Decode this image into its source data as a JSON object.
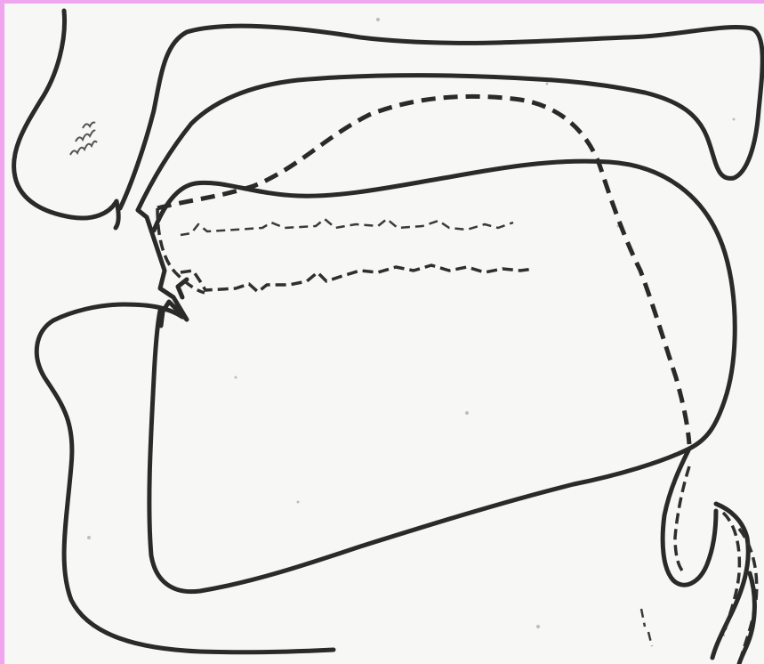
{
  "diagram": {
    "kind": "sagittal articulation diagram",
    "line_color": "#2a2a2a",
    "background_color": "#f7f7f5",
    "frame_color": "#f0a6ef",
    "contours": [
      {
        "id": "upper-lip",
        "style": "solid"
      },
      {
        "id": "palate",
        "style": "solid"
      },
      {
        "id": "upper-jaw-line",
        "style": "solid"
      },
      {
        "id": "lower-lip-chin",
        "style": "solid"
      },
      {
        "id": "tongue-mass",
        "style": "solid"
      },
      {
        "id": "tongue-alternate-position",
        "style": "dashed"
      },
      {
        "id": "tongue-surface-upper",
        "style": "dashed-wavy"
      },
      {
        "id": "tongue-surface-lower",
        "style": "dashed-wavy"
      },
      {
        "id": "epiglottis",
        "style": "dashed"
      },
      {
        "id": "larynx-tube",
        "style": "dashed"
      }
    ]
  }
}
